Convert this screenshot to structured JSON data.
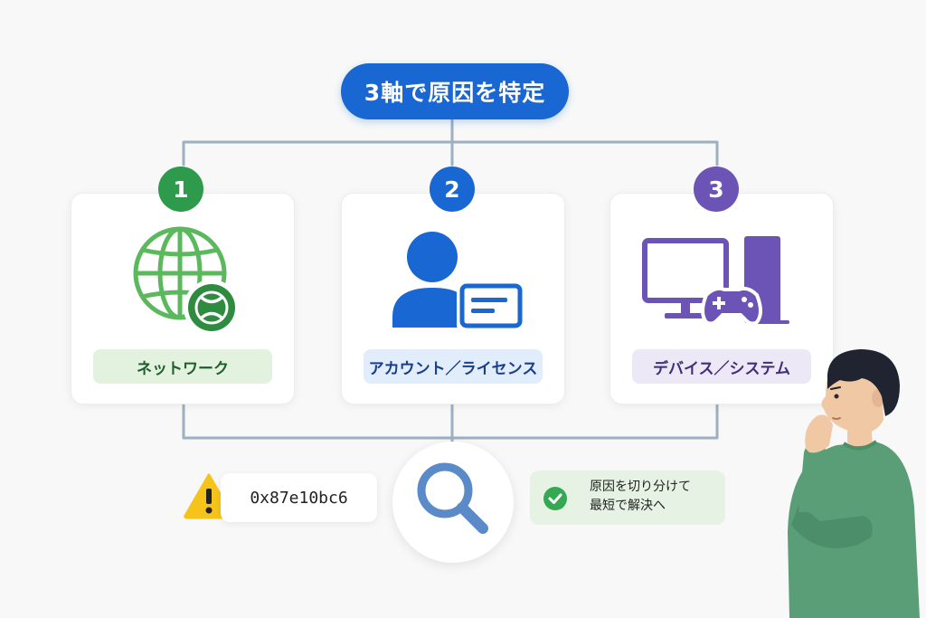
{
  "title": "3軸で原因を特定",
  "cards": [
    {
      "number": "1",
      "label": "ネットワーク",
      "color": "#2e9a4b",
      "label_bg": "#e3f2df",
      "label_color": "#1f5e2c",
      "icon": "globe-with-xbox-icon"
    },
    {
      "number": "2",
      "label": "アカウント／ライセンス",
      "color": "#1967d2",
      "label_bg": "#e2edfb",
      "label_color": "#1a3f8a",
      "icon": "user-with-license-card-icon"
    },
    {
      "number": "3",
      "label": "デバイス／システム",
      "color": "#6b54b5",
      "label_bg": "#ece8f6",
      "label_color": "#3e2f78",
      "icon": "monitor-console-controller-icon"
    }
  ],
  "error_code": "0x87e10bc6",
  "note": {
    "line1": "原因を切り分けて",
    "line2": "最短で解決へ"
  },
  "colors": {
    "accent": "#1967d2",
    "connector": "#9cb0c2",
    "warning": "#f6c31a",
    "success": "#34a853"
  }
}
